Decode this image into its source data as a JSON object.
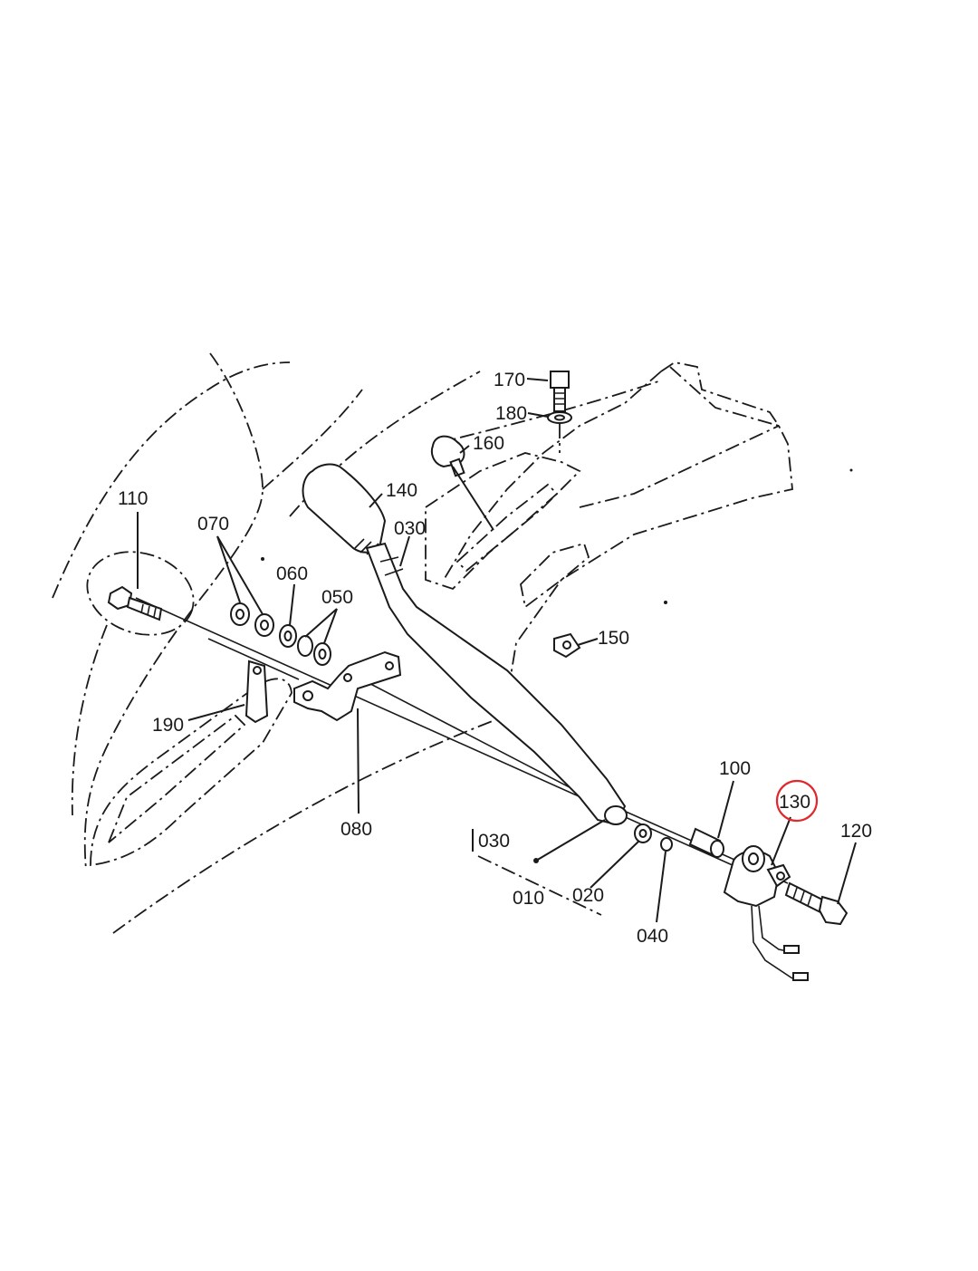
{
  "labels": {
    "p170": "170",
    "p180": "180",
    "p160": "160",
    "p140": "140",
    "p030a": "030",
    "p110": "110",
    "p070": "070",
    "p060": "060",
    "p050": "050",
    "p150": "150",
    "p190": "190",
    "p080": "080",
    "p100": "100",
    "p130": "130",
    "p120": "120",
    "p030b": "030",
    "p010": "010",
    "p020": "020",
    "p040": "040"
  },
  "highlight": {
    "part": "130",
    "color": "#e0282d"
  }
}
